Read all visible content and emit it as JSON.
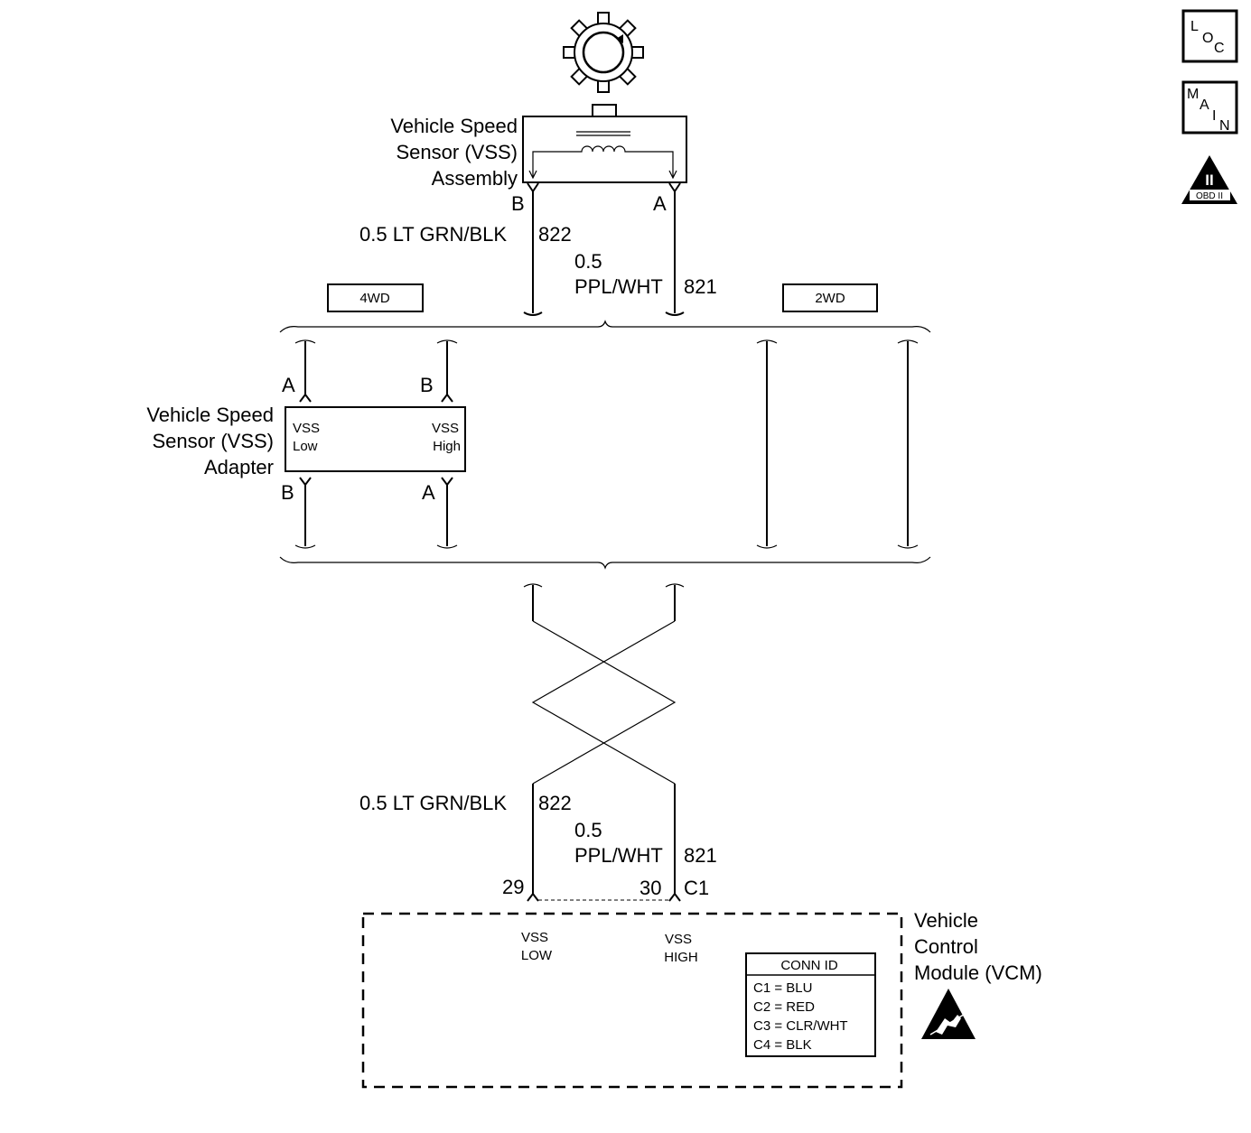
{
  "nav": {
    "loc": {
      "l1": "L",
      "l2": "O",
      "l3": "C"
    },
    "main": {
      "l1": "M",
      "l2": "A",
      "l3": "I",
      "l4": "N"
    },
    "obd": {
      "numeral": "II",
      "text": "OBD II"
    }
  },
  "vss_assembly": {
    "label_lines": [
      "Vehicle Speed",
      "Sensor (VSS)",
      "Assembly"
    ],
    "pin_b": "B",
    "pin_a": "A"
  },
  "wires_top": {
    "grn": {
      "name": "0.5 LT GRN/BLK",
      "circuit": "822"
    },
    "ppl": {
      "gauge": "0.5",
      "name": "PPL/WHT",
      "circuit": "821"
    }
  },
  "options": {
    "left": "4WD",
    "right": "2WD"
  },
  "vss_adapter": {
    "label_lines": [
      "Vehicle Speed",
      "Sensor (VSS)",
      "Adapter"
    ],
    "in_left": "A",
    "in_right": "B",
    "out_left": "B",
    "out_right": "A",
    "low_lines": [
      "VSS",
      "Low"
    ],
    "high_lines": [
      "VSS",
      "High"
    ]
  },
  "wires_bottom": {
    "grn": {
      "name": "0.5 LT GRN/BLK",
      "circuit": "822"
    },
    "ppl": {
      "gauge": "0.5",
      "name": "PPL/WHT",
      "circuit": "821"
    },
    "pin_29": "29",
    "pin_30": "30",
    "connector": "C1"
  },
  "vcm": {
    "label_lines": [
      "Vehicle",
      "Control",
      "Module (VCM)"
    ],
    "low_lines": [
      "VSS",
      "LOW"
    ],
    "high_lines": [
      "VSS",
      "HIGH"
    ],
    "conn_id": {
      "title": "CONN ID",
      "rows": [
        "C1 = BLU",
        "C2 = RED",
        "C3 = CLR/WHT",
        "C4 = BLK"
      ]
    }
  }
}
